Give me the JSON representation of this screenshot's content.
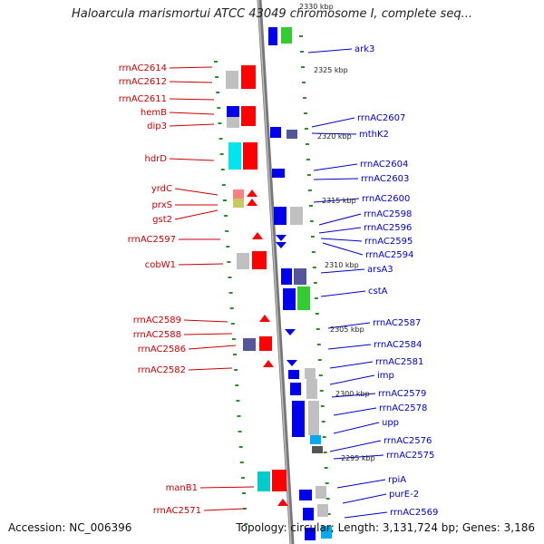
{
  "title": "Haloarcula marismortui ATCC 43049 chromosome I, complete seq...",
  "footer": {
    "accession": "Accession: NC_006396",
    "summary": "Topology: circular; Length: 3,131,724 bp; Genes: 3,186"
  },
  "colors": {
    "left_label": "#cc0000",
    "right_label": "#0000cc",
    "backbone": "#888888",
    "tick": "#2e8b2e"
  },
  "kbp_marks": [
    "2330 kbp",
    "2325 kbp",
    "2320 kbp",
    "2315 kbp",
    "2310 kbp",
    "2305 kbp",
    "2300 kbp",
    "2295 kbp"
  ],
  "left_genes": [
    "rrnAC2614",
    "rrnAC2612",
    "rrnAC2611",
    "hemB",
    "dip3",
    "hdrD",
    "yrdC",
    "prxS",
    "gst2",
    "rrnAC2597",
    "cobW1",
    "rrnAC2589",
    "rrnAC2588",
    "rrnAC2586",
    "rrnAC2582",
    "manB1",
    "rrnAC2571"
  ],
  "right_genes": [
    "ark3",
    "rrnAC2607",
    "mthK2",
    "rrnAC2604",
    "rrnAC2603",
    "rrnAC2600",
    "rrnAC2598",
    "rrnAC2596",
    "rrnAC2595",
    "rrnAC2594",
    "arsA3",
    "cstA",
    "rrnAC2587",
    "rrnAC2584",
    "rrnAC2581",
    "imp",
    "rrnAC2579",
    "rrnAC2578",
    "upp",
    "rrnAC2576",
    "rrnAC2575",
    "rpiA",
    "purE-2",
    "rrnAC2569"
  ]
}
